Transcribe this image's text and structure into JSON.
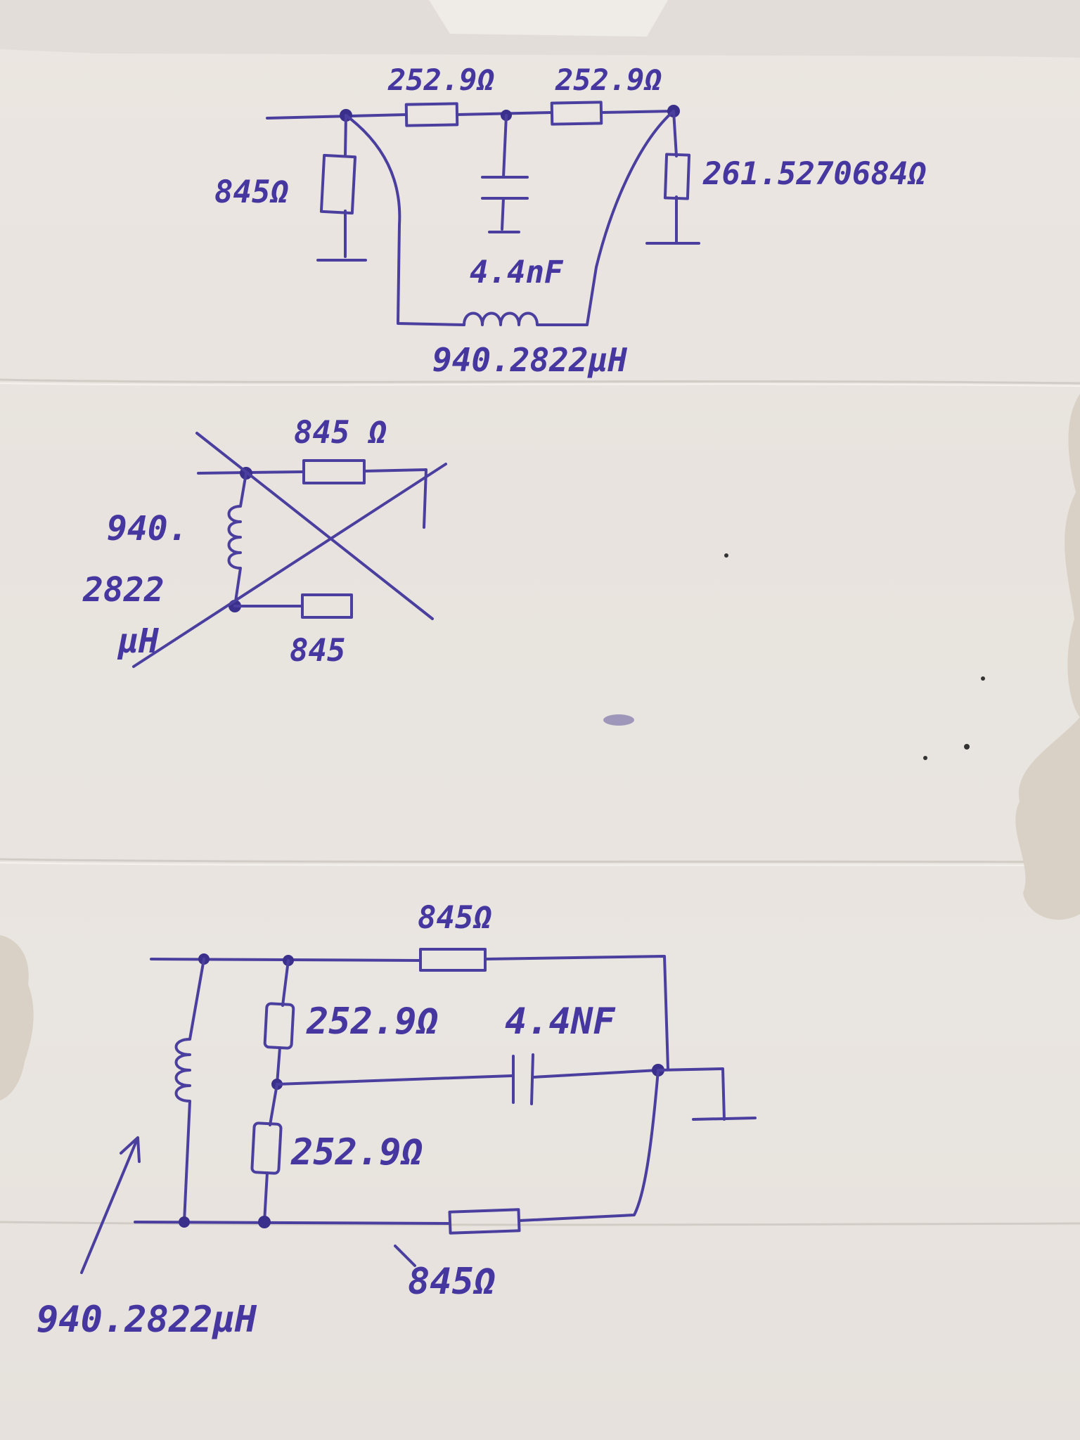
{
  "colors": {
    "ink": "#4a3f9e",
    "paper": "#e9e4df",
    "stain": "#d6cfc4"
  },
  "circuit_top": {
    "r_series_1": "252.9Ω",
    "r_series_2": "252.9Ω",
    "r_shunt_left": "845Ω",
    "r_shunt_right": "261.5270684Ω",
    "capacitor": "4.4nF",
    "inductor": "940.2822μH"
  },
  "circuit_middle": {
    "r_top": "845 Ω",
    "r_bottom": "845",
    "inductor_line1": "940.",
    "inductor_line2": "2822",
    "inductor_line3": "μH"
  },
  "circuit_bottom": {
    "r_top": "845Ω",
    "r_upper": "252.9Ω",
    "capacitor": "4.4NF",
    "r_lower": "252.9Ω",
    "r_bottom": "845Ω",
    "inductor": "940.2822μH"
  }
}
